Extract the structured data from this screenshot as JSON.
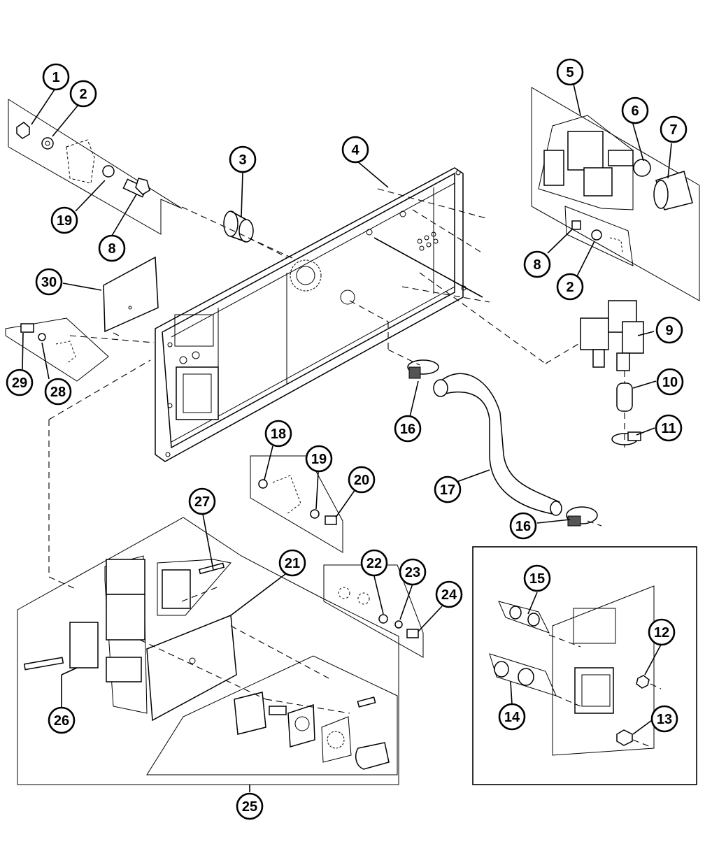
{
  "callouts": [
    {
      "id": "c1",
      "label": "1"
    },
    {
      "id": "c2a",
      "label": "2"
    },
    {
      "id": "c3",
      "label": "3"
    },
    {
      "id": "c4",
      "label": "4"
    },
    {
      "id": "c5",
      "label": "5"
    },
    {
      "id": "c6",
      "label": "6"
    },
    {
      "id": "c7",
      "label": "7"
    },
    {
      "id": "c19a",
      "label": "19"
    },
    {
      "id": "c8a",
      "label": "8"
    },
    {
      "id": "c8b",
      "label": "8"
    },
    {
      "id": "c2b",
      "label": "2"
    },
    {
      "id": "c30",
      "label": "30"
    },
    {
      "id": "c9",
      "label": "9"
    },
    {
      "id": "c29",
      "label": "29"
    },
    {
      "id": "c28",
      "label": "28"
    },
    {
      "id": "c10",
      "label": "10"
    },
    {
      "id": "c16a",
      "label": "16"
    },
    {
      "id": "c11",
      "label": "11"
    },
    {
      "id": "c18",
      "label": "18"
    },
    {
      "id": "c19b",
      "label": "19"
    },
    {
      "id": "c20",
      "label": "20"
    },
    {
      "id": "c17",
      "label": "17"
    },
    {
      "id": "c27",
      "label": "27"
    },
    {
      "id": "c16b",
      "label": "16"
    },
    {
      "id": "c21",
      "label": "21"
    },
    {
      "id": "c22",
      "label": "22"
    },
    {
      "id": "c23",
      "label": "23"
    },
    {
      "id": "c24",
      "label": "24"
    },
    {
      "id": "c15",
      "label": "15"
    },
    {
      "id": "c12",
      "label": "12"
    },
    {
      "id": "c26",
      "label": "26"
    },
    {
      "id": "c14",
      "label": "14"
    },
    {
      "id": "c13",
      "label": "13"
    },
    {
      "id": "c25",
      "label": "25"
    }
  ]
}
